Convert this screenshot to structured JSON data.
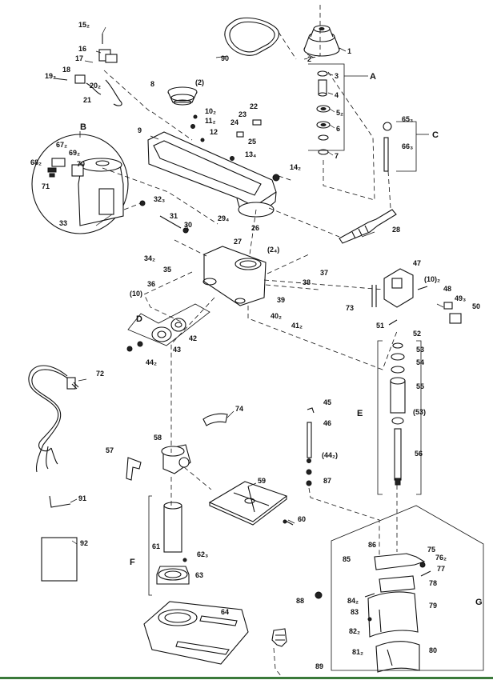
{
  "diagram": {
    "part_labels": {
      "p1": "1",
      "p2": "2",
      "p3": "3",
      "p4": "4",
      "p5": "5₂",
      "p6": "6",
      "p7": "7",
      "p8": "8",
      "p8b": "(2)",
      "p9": "9",
      "p10": "10₂",
      "p11": "11₂",
      "p12": "12",
      "p13": "13₄",
      "p14": "14₂",
      "p15": "15₂",
      "p16": "16",
      "p17": "17",
      "p18": "18",
      "p19": "19₂",
      "p20": "20₂",
      "p21": "21",
      "p22": "22",
      "p23": "23",
      "p24": "24",
      "p25": "25",
      "p26": "26",
      "p27": "27",
      "p28": "28",
      "p29": "29₄",
      "p2b": "(2₄)",
      "p30": "30",
      "p31": "31",
      "p32": "32₃",
      "p33": "33",
      "p34": "34₂",
      "p35": "35",
      "p36": "36",
      "p10b": "(10)",
      "p37": "37",
      "p38": "38",
      "p39": "39",
      "p40": "40₂",
      "p41": "41₂",
      "p42": "42",
      "p43": "43",
      "p44": "44₂",
      "p45": "45",
      "p46": "46",
      "p44b": "(44₂)",
      "p47": "47",
      "p10c": "(10)₂",
      "p48": "48",
      "p49": "49₃",
      "p50": "50",
      "p51": "51",
      "p52": "52",
      "p53": "53",
      "p54": "54",
      "p55": "55",
      "p53b": "(53)",
      "p56": "56",
      "p57": "57",
      "p58": "58",
      "p59": "59",
      "p60": "60",
      "p61": "61",
      "p62": "62₃",
      "p63": "63",
      "p64": "64",
      "p65": "65₃",
      "p66": "66₃",
      "p67": "67₂",
      "p68": "68₂",
      "p69": "69₂",
      "p70": "70",
      "p71": "71",
      "p72": "72",
      "p73": "73",
      "p74": "74",
      "p75": "75",
      "p76": "76₂",
      "p77": "77",
      "p78": "78",
      "p79": "79",
      "p80": "80",
      "p81": "81₂",
      "p82": "82₂",
      "p83": "83",
      "p84": "84₂",
      "p85": "85",
      "p86": "86",
      "p87": "87",
      "p88": "88",
      "p89": "89",
      "p90": "90",
      "p91": "91",
      "p92": "92"
    },
    "group_labels": {
      "A": "A",
      "B": "B",
      "C": "C",
      "D": "D",
      "E": "E",
      "F": "F",
      "G": "G"
    }
  },
  "colors": {
    "line": "#111111",
    "background": "#ffffff",
    "bottom_rule": "#3a7a3a"
  }
}
